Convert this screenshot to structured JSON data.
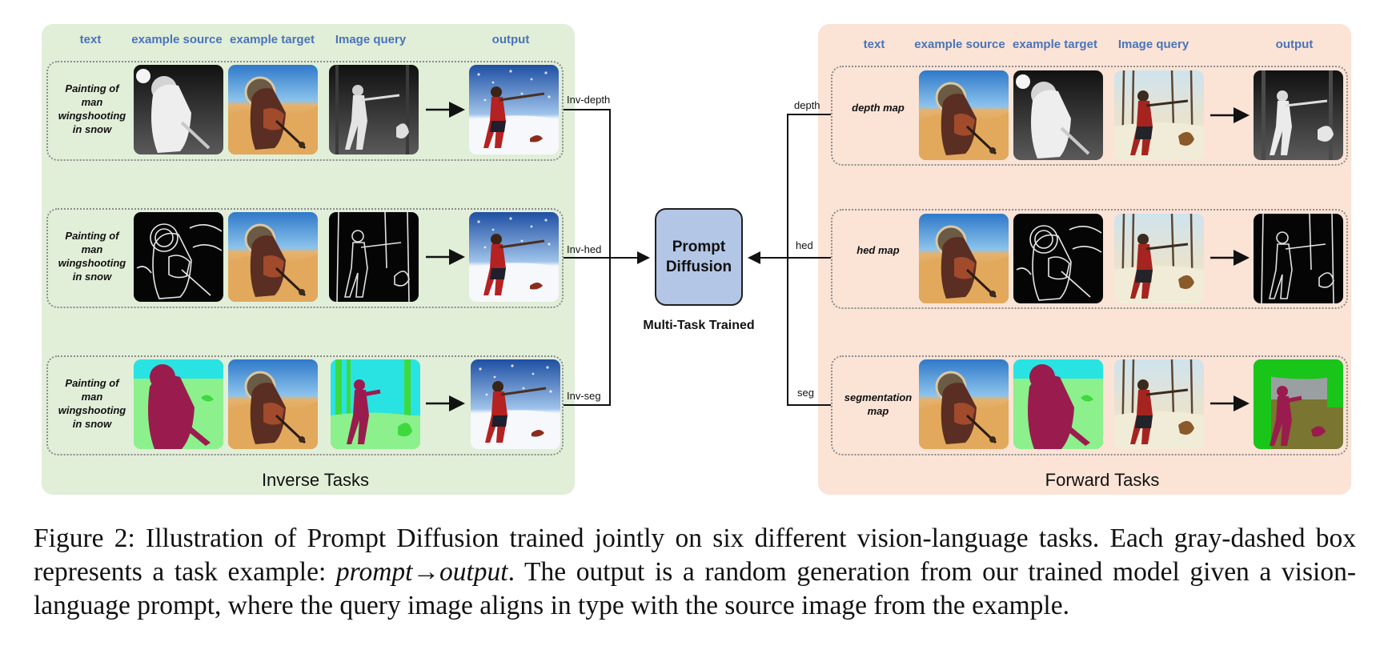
{
  "panels": {
    "inverse": {
      "title": "Inverse Tasks",
      "headers": [
        "text",
        "example source",
        "example target",
        "Image query",
        "output"
      ],
      "rows": [
        {
          "prompt": "Painting of man wingshooting in snow",
          "source": "depth-map-silhouette",
          "target": "warrior-painting",
          "query": "depth-map-hunter",
          "output": "hunter-in-snow",
          "label": "Inv-depth"
        },
        {
          "prompt": "Painting of man wingshooting in snow",
          "source": "hed-edge-map",
          "target": "warrior-painting",
          "query": "hed-edge-hunter",
          "output": "hunter-in-snow",
          "label": "Inv-hed"
        },
        {
          "prompt": "Painting of man wingshooting in snow",
          "source": "segmentation-map",
          "target": "warrior-painting",
          "query": "segmentation-hunter",
          "output": "hunter-in-snow",
          "label": "Inv-seg"
        }
      ]
    },
    "forward": {
      "title": "Forward Tasks",
      "headers": [
        "text",
        "example source",
        "example target",
        "Image query",
        "output"
      ],
      "rows": [
        {
          "prompt": "depth map",
          "source": "warrior-painting",
          "target": "depth-map-silhouette",
          "query": "hunter-painting",
          "output": "depth-map-hunter",
          "label": "depth"
        },
        {
          "prompt": "hed map",
          "source": "warrior-painting",
          "target": "hed-edge-map",
          "query": "hunter-painting",
          "output": "hed-edge-hunter",
          "label": "hed"
        },
        {
          "prompt": "segmentation map",
          "source": "warrior-painting",
          "target": "segmentation-map",
          "query": "hunter-painting",
          "output": "segmentation-hunter",
          "label": "seg"
        }
      ]
    }
  },
  "center": {
    "title_line1": "Prompt",
    "title_line2": "Diffusion",
    "subtitle": "Multi-Task Trained"
  },
  "caption": {
    "part1": "Figure 2: Illustration of Prompt Diffusion trained jointly on six different vision-language tasks. Each gray-dashed box represents a task example: ",
    "italic": "prompt→output",
    "part2": ". The output is a random generation from our trained model given a vision-language prompt, where the query image aligns in type with the source image from the example."
  },
  "colors": {
    "inverse_panel": "#e1eed8",
    "forward_panel": "#fbe3d6",
    "header_blue": "#4a74b8",
    "center_box": "#b3c6e6",
    "seg_magenta": "#9a1c4e",
    "seg_green": "#8cf08c",
    "seg_cyan": "#29e3e3"
  }
}
